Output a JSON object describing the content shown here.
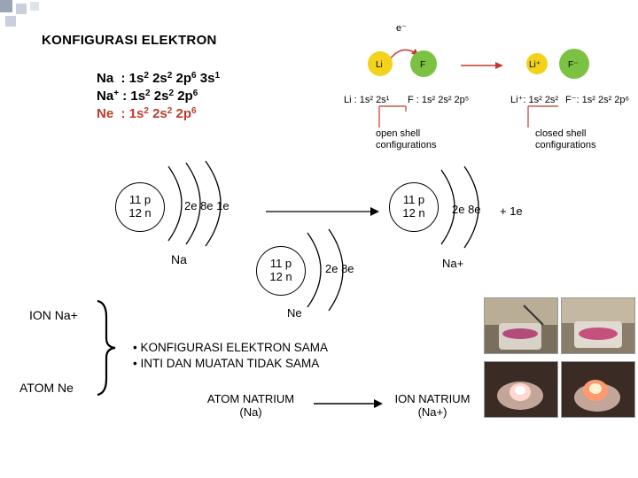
{
  "title": "KONFIGURASI ELEKTRON",
  "configs": {
    "na": {
      "symbol": "Na",
      "text": ": 1s2 2s2 2p6 3s1"
    },
    "na_ion": {
      "symbol": "Na+",
      "text": ": 1s2 2s2 2p6"
    },
    "ne": {
      "symbol": "Ne",
      "text": ": 1s2 2s2 2p6"
    }
  },
  "figure_lif": {
    "electron": "e⁻",
    "li": "Li",
    "f": "F",
    "li_ion": "Li⁺",
    "f_ion": "F⁻",
    "li_config": "Li : 1s² 2s¹",
    "f_config": "F : 1s² 2s² 2p⁵",
    "li_ion_config": "Li⁺: 1s² 2s²",
    "f_ion_config": "F⁻: 1s² 2s² 2p⁶",
    "open_label_1": "open shell",
    "open_label_2": "configurations",
    "closed_label_1": "closed shell",
    "closed_label_2": "configurations"
  },
  "atoms": {
    "na": {
      "protons": "11 p",
      "neutrons": "12 n",
      "shells": "2e 8e 1e",
      "label": "Na"
    },
    "na_ion": {
      "protons": "11 p",
      "neutrons": "12 n",
      "shells": "2e 8e",
      "extra": "+ 1e",
      "label": "Na+"
    },
    "ne": {
      "protons": "11 p",
      "neutrons": "12 n",
      "shells": "2e 8e",
      "label": "Ne"
    }
  },
  "comparison": {
    "left_1": "ION Na+",
    "left_2": "ATOM Ne",
    "bullet_1": "• KONFIGURASI ELEKTRON SAMA",
    "bullet_2": "• INTI DAN MUATAN TIDAK SAMA"
  },
  "bottom": {
    "atom_line1": "ATOM NATRIUM",
    "atom_line2": "(Na)",
    "ion_line1": "ION NATRIUM",
    "ion_line2": "(Na+)"
  },
  "colors": {
    "red": "#c0392b",
    "li_yellow": "#f2d21b",
    "f_green": "#7bc142"
  }
}
